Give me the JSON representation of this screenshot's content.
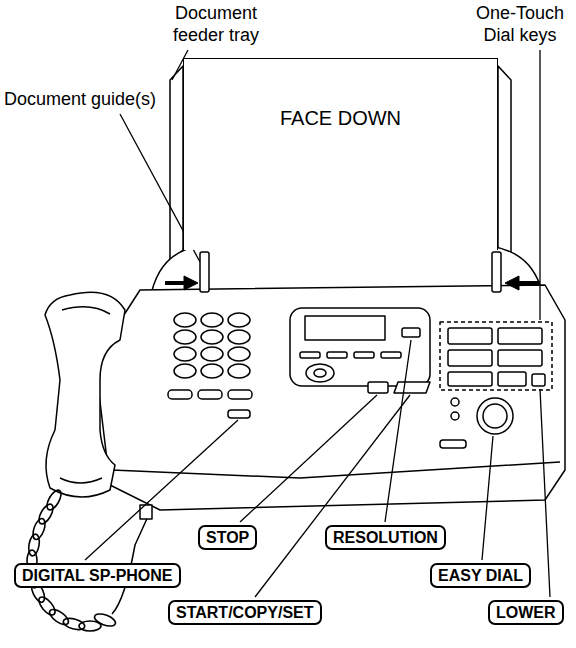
{
  "diagram": {
    "nodes": [
      {
        "text": [
          "FACE DOWN"
        ]
      },
      {
        "text": [
          "STOP"
        ]
      },
      {
        "text": [
          "RESOLUTION"
        ]
      },
      {
        "text": [
          "DIGITAL SP-PHONE"
        ]
      },
      {
        "text": [
          "EASY DIAL"
        ]
      },
      {
        "text": [
          "START/COPY/SET"
        ]
      },
      {
        "text": [
          "LOWER"
        ]
      }
    ],
    "labels": [
      "Document feeder tray",
      "One-Touch Dial keys",
      "Document guide(s)"
    ]
  }
}
